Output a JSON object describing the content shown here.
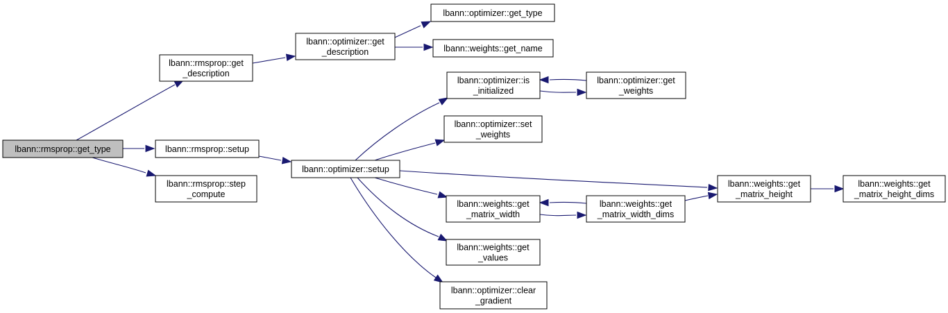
{
  "graph": {
    "nodes": [
      {
        "id": "rms_get_type",
        "lines": [
          "lbann::rmsprop::get_type"
        ],
        "root": true
      },
      {
        "id": "rms_get_desc",
        "lines": [
          "lbann::rmsprop::get",
          "_description"
        ]
      },
      {
        "id": "rms_setup",
        "lines": [
          "lbann::rmsprop::setup"
        ]
      },
      {
        "id": "rms_step",
        "lines": [
          "lbann::rmsprop::step",
          "_compute"
        ]
      },
      {
        "id": "opt_get_desc",
        "lines": [
          "lbann::optimizer::get",
          "_description"
        ]
      },
      {
        "id": "opt_setup",
        "lines": [
          "lbann::optimizer::setup"
        ]
      },
      {
        "id": "opt_get_type",
        "lines": [
          "lbann::optimizer::get_type"
        ]
      },
      {
        "id": "w_get_name",
        "lines": [
          "lbann::weights::get_name"
        ]
      },
      {
        "id": "opt_is_init",
        "lines": [
          "lbann::optimizer::is",
          "_initialized"
        ]
      },
      {
        "id": "opt_set_w",
        "lines": [
          "lbann::optimizer::set",
          "_weights"
        ]
      },
      {
        "id": "w_mat_width",
        "lines": [
          "lbann::weights::get",
          "_matrix_width"
        ]
      },
      {
        "id": "w_values",
        "lines": [
          "lbann::weights::get",
          "_values"
        ]
      },
      {
        "id": "opt_clear_grad",
        "lines": [
          "lbann::optimizer::clear",
          "_gradient"
        ]
      },
      {
        "id": "opt_get_w",
        "lines": [
          "lbann::optimizer::get",
          "_weights"
        ]
      },
      {
        "id": "w_mat_width_dims",
        "lines": [
          "lbann::weights::get",
          "_matrix_width_dims"
        ]
      },
      {
        "id": "w_mat_height",
        "lines": [
          "lbann::weights::get",
          "_matrix_height"
        ]
      },
      {
        "id": "w_mat_height_dims",
        "lines": [
          "lbann::weights::get",
          "_matrix_height_dims"
        ]
      }
    ],
    "edges": [
      {
        "from": "rms_get_type",
        "to": "rms_get_desc"
      },
      {
        "from": "rms_get_type",
        "to": "rms_setup"
      },
      {
        "from": "rms_get_type",
        "to": "rms_step"
      },
      {
        "from": "rms_get_desc",
        "to": "opt_get_desc"
      },
      {
        "from": "opt_get_desc",
        "to": "opt_get_type"
      },
      {
        "from": "opt_get_desc",
        "to": "w_get_name"
      },
      {
        "from": "rms_setup",
        "to": "opt_setup"
      },
      {
        "from": "opt_setup",
        "to": "opt_is_init"
      },
      {
        "from": "opt_setup",
        "to": "opt_set_w"
      },
      {
        "from": "opt_setup",
        "to": "w_mat_height"
      },
      {
        "from": "opt_setup",
        "to": "w_mat_width"
      },
      {
        "from": "opt_setup",
        "to": "w_values"
      },
      {
        "from": "opt_setup",
        "to": "opt_clear_grad"
      },
      {
        "from": "opt_is_init",
        "to": "opt_get_w"
      },
      {
        "from": "opt_get_w",
        "to": "opt_is_init"
      },
      {
        "from": "w_mat_width",
        "to": "w_mat_width_dims"
      },
      {
        "from": "w_mat_width_dims",
        "to": "w_mat_width"
      },
      {
        "from": "w_mat_width_dims",
        "to": "w_mat_height"
      },
      {
        "from": "w_mat_height",
        "to": "w_mat_height_dims"
      }
    ]
  }
}
